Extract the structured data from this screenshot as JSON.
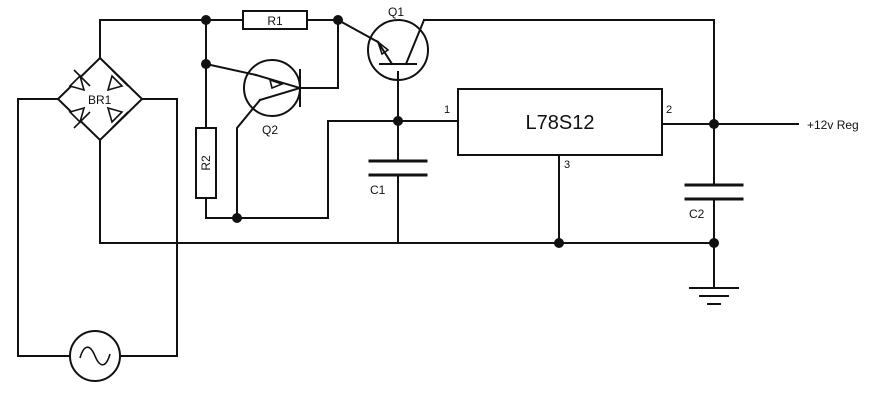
{
  "components": {
    "bridge": "BR1",
    "r1": "R1",
    "r2": "R2",
    "q1": "Q1",
    "q2": "Q2",
    "c1": "C1",
    "c2": "C2",
    "regulator": "L78S12",
    "pin1": "1",
    "pin2": "2",
    "pin3": "3"
  },
  "output_label": "+12v Reg",
  "icons": [
    "ac-source-icon",
    "ground-icon",
    "diode-icon",
    "transistor-icon",
    "capacitor-icon",
    "resistor-icon"
  ]
}
